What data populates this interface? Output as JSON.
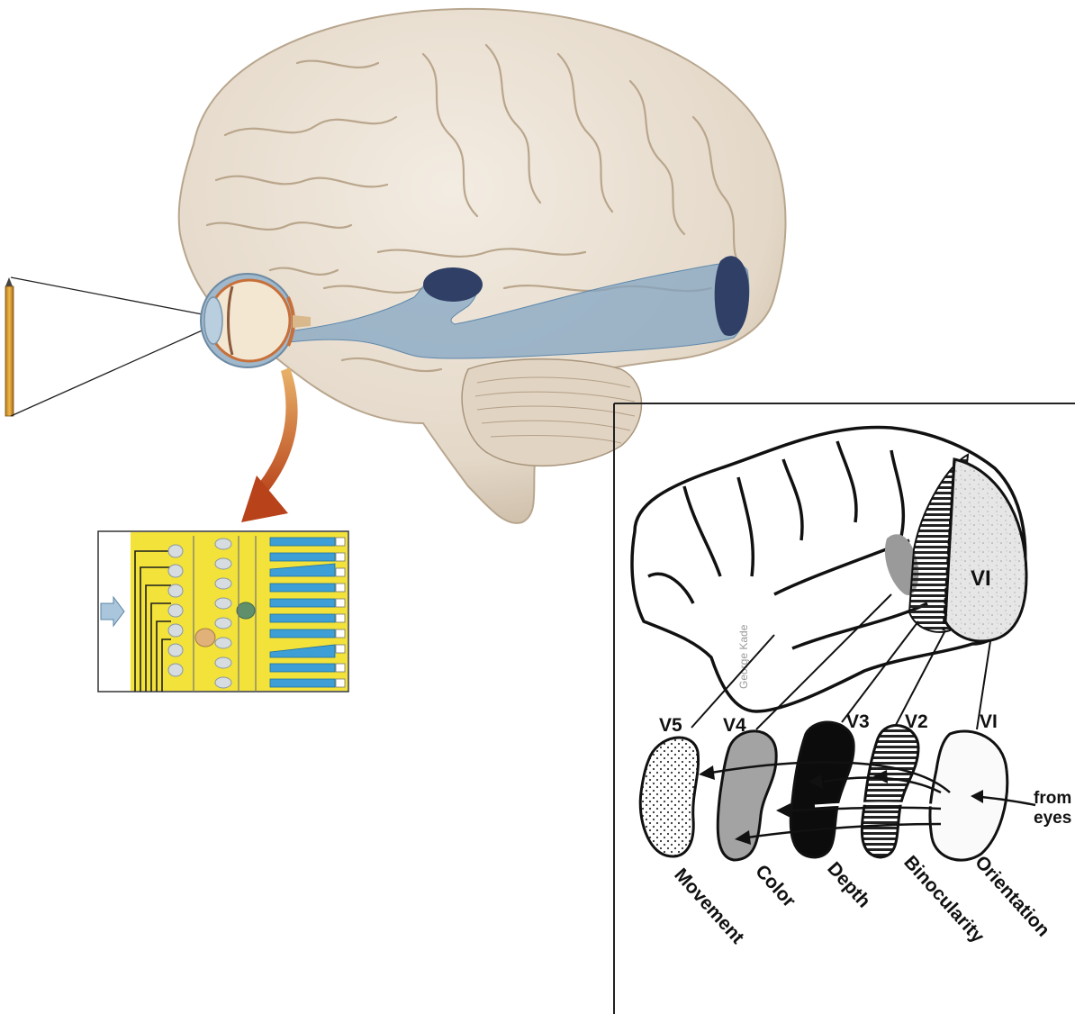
{
  "areas": {
    "v1_brain": "VI",
    "v5": "V5",
    "v4": "V4",
    "v3": "V3",
    "v2": "V2",
    "v1": "VI"
  },
  "functions": {
    "movement": "Movement",
    "color": "Color",
    "depth": "Depth",
    "binocularity": "Binocularity",
    "orientation": "Orientation"
  },
  "input": {
    "line1": "from",
    "line2": "eyes"
  },
  "watermark": "George Kade",
  "colors": {
    "brain": "#ece3d6",
    "brain_shadow": "#cbbca8",
    "visual_pathway": "#7fa4c4",
    "visual_cortex": "#2f3f66",
    "retina_bg": "#f2e23a",
    "photoreceptor": "#3d9fd6",
    "arrow": "#c9541d"
  }
}
